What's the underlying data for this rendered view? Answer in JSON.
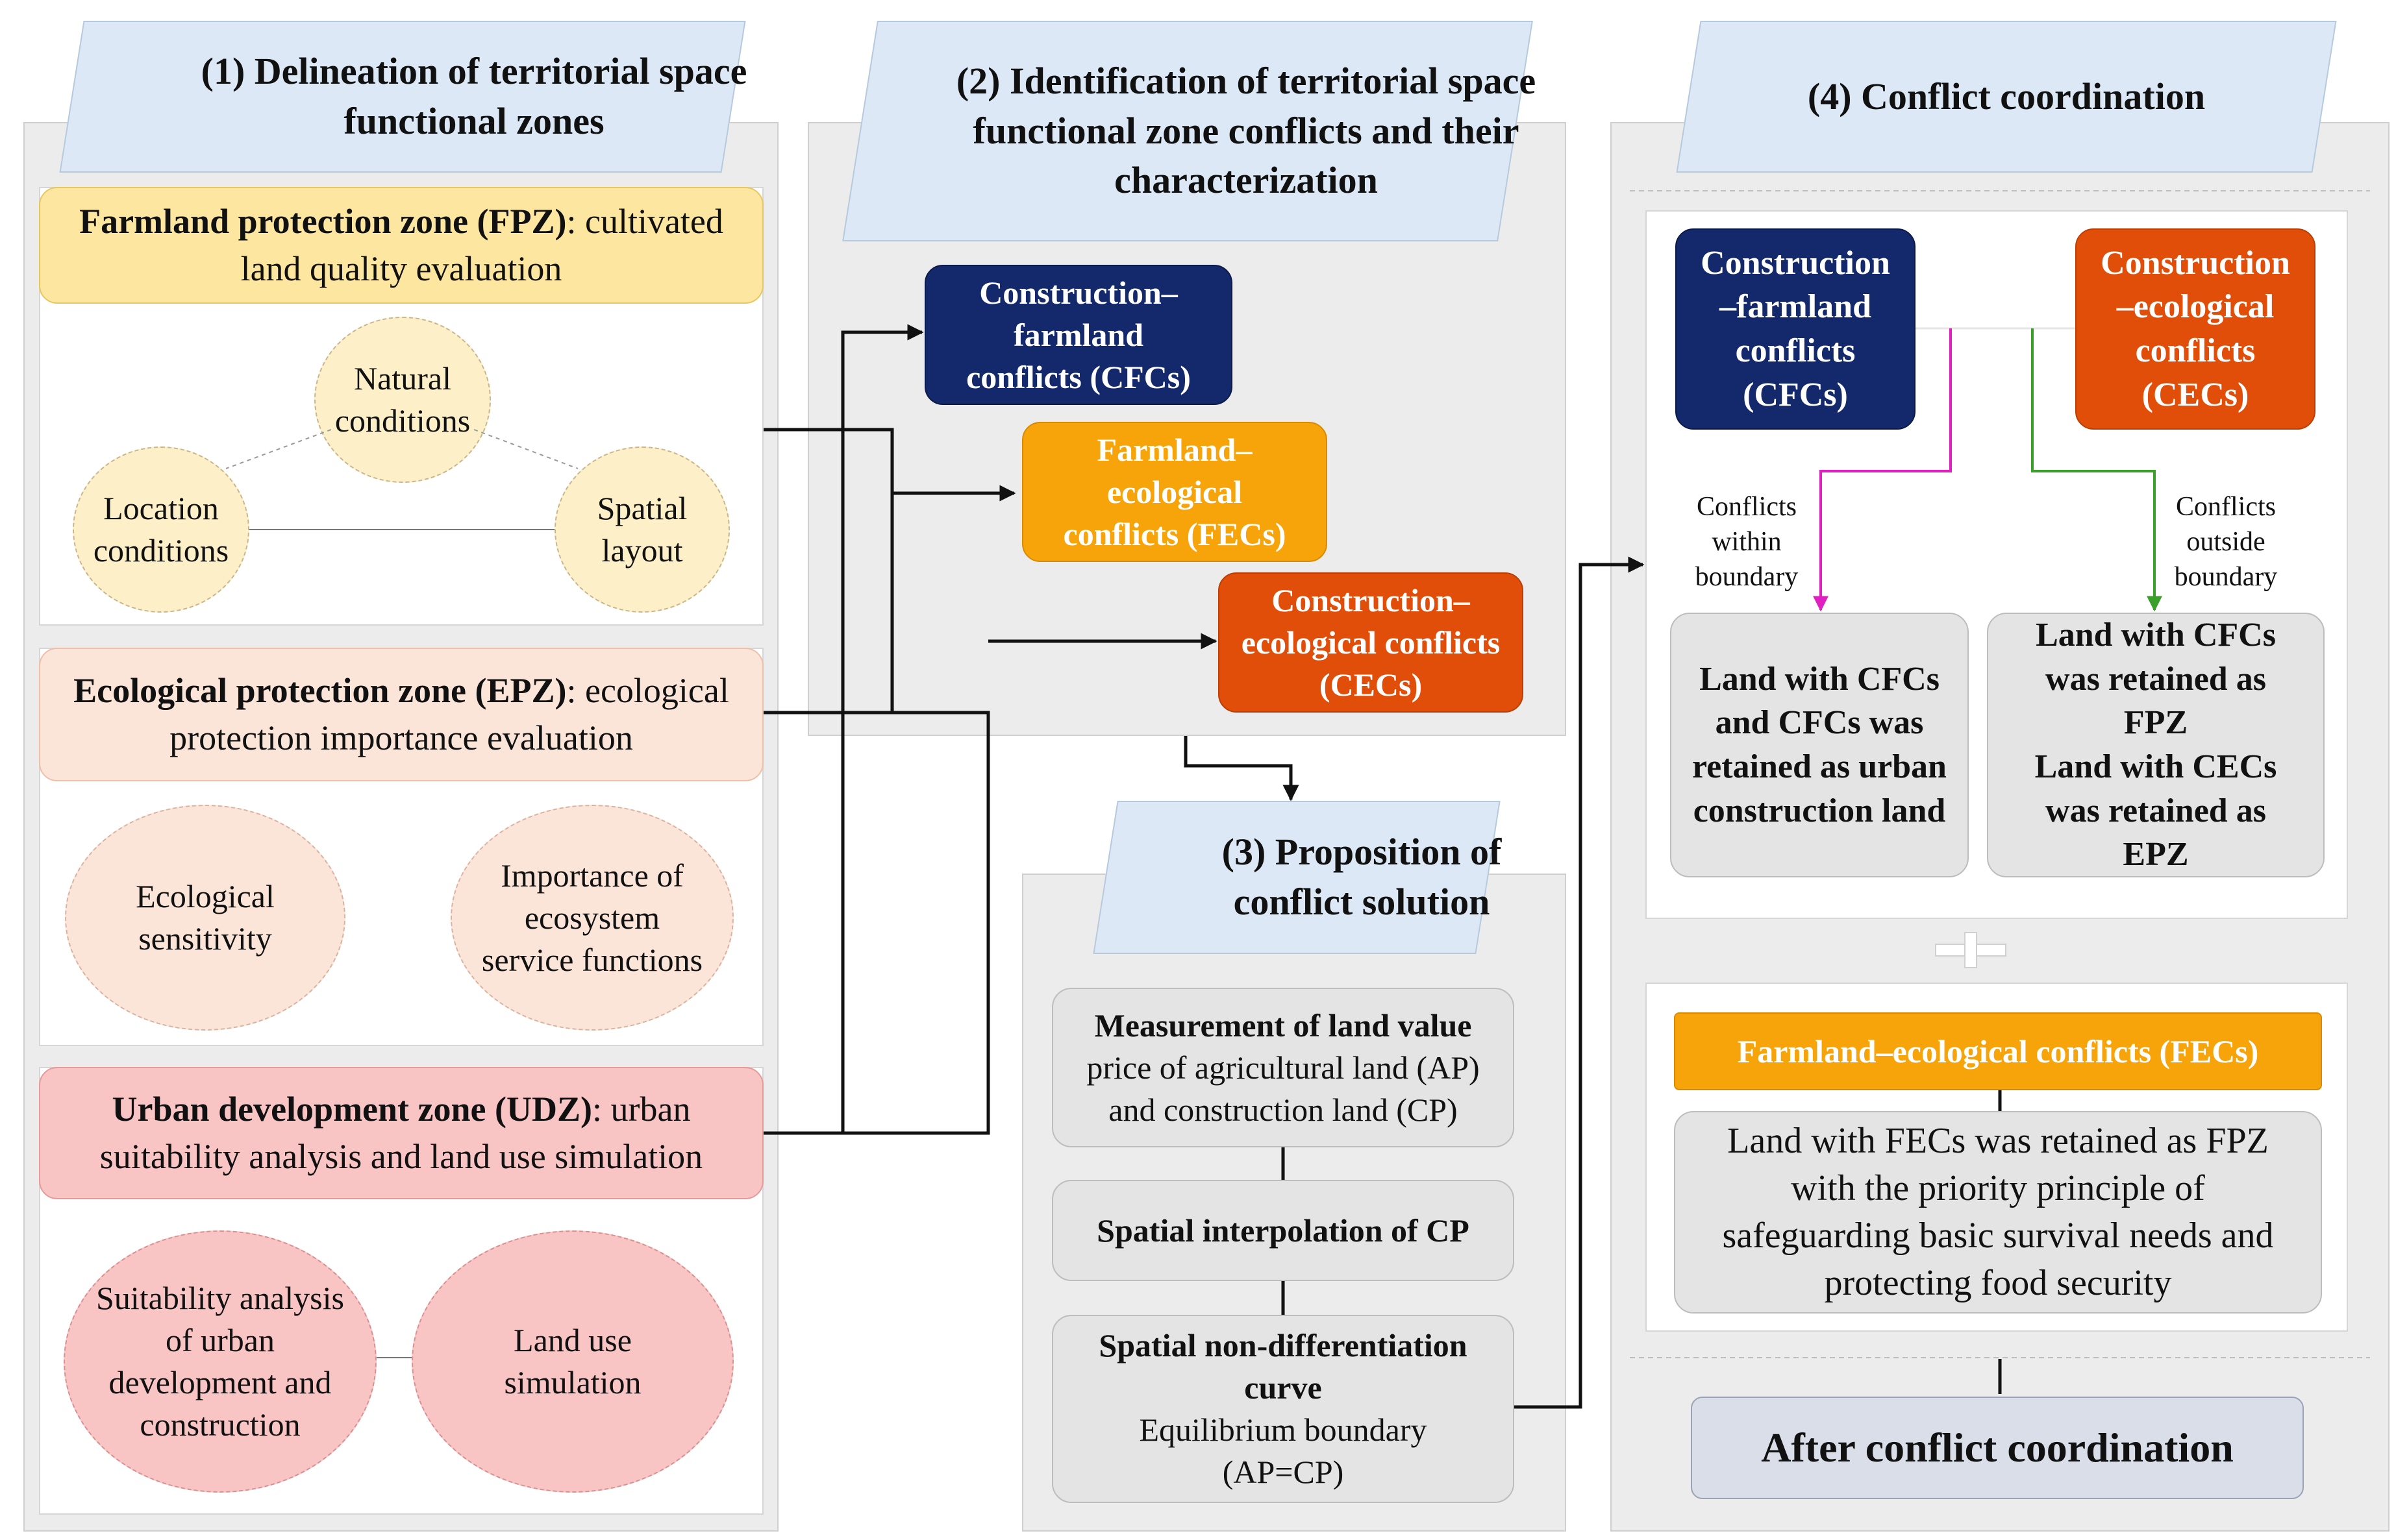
{
  "colors": {
    "navy": "#14296b",
    "amber": "#f7a30a",
    "red_orange": "#e14e0a",
    "fpz_yellow": "#fde6a0",
    "fpz_circle": "#fdf0c8",
    "epz_pink": "#fbe4d8",
    "udz_pink": "#f8c4c4",
    "panel_grey": "#ececec",
    "title_blue": "#dce8f5"
  },
  "section1": {
    "title": "(1) Delineation of territorial space functional zones",
    "fpz": {
      "name": "Farmland protection zone (FPZ)",
      "method": ": cultivated land quality evaluation",
      "circles": [
        "Natural conditions",
        "Location conditions",
        "Spatial layout"
      ]
    },
    "epz": {
      "name": "Ecological protection zone (EPZ)",
      "method": ": ecological protection importance evaluation",
      "circles": [
        "Ecological sensitivity",
        "Importance of ecosystem service functions"
      ]
    },
    "udz": {
      "name": "Urban development zone (UDZ)",
      "method": ": urban suitability analysis and land use simulation",
      "circles": [
        "Suitability analysis of urban development and construction",
        "Land use simulation"
      ]
    }
  },
  "section2": {
    "title": "(2) Identification of territorial space functional zone conflicts and their characterization",
    "cfc": "Construction–farmland conflicts (CFCs)",
    "fec": "Farmland–ecological conflicts (FECs)",
    "cec": "Construction–ecological conflicts (CECs)"
  },
  "section3": {
    "title": "(3) Proposition of conflict solution",
    "step1_title": "Measurement of land value",
    "step1_body": "price of agricultural land (AP) and construction land (CP)",
    "step2": "Spatial interpolation of CP",
    "step3_title": "Spatial non-differentiation curve",
    "step3_body": "Equilibrium boundary (AP=CP)"
  },
  "section4": {
    "title": "(4) Conflict coordination",
    "cfc": "Construction –farmland conflicts (CFCs)",
    "cec": "Construction –ecological conflicts (CECs)",
    "within": "Conflicts within boundary",
    "outside": "Conflicts outside boundary",
    "result_left": "Land with CFCs and CFCs was retained as urban construction land",
    "result_right_1": "Land with CFCs was retained as FPZ",
    "result_right_2": "Land with CECs was retained as EPZ",
    "fec": "Farmland–ecological conflicts (FECs)",
    "fec_result": "Land with FECs was retained as FPZ with the priority principle of safeguarding basic survival needs and protecting food security",
    "final": "After conflict coordination"
  }
}
